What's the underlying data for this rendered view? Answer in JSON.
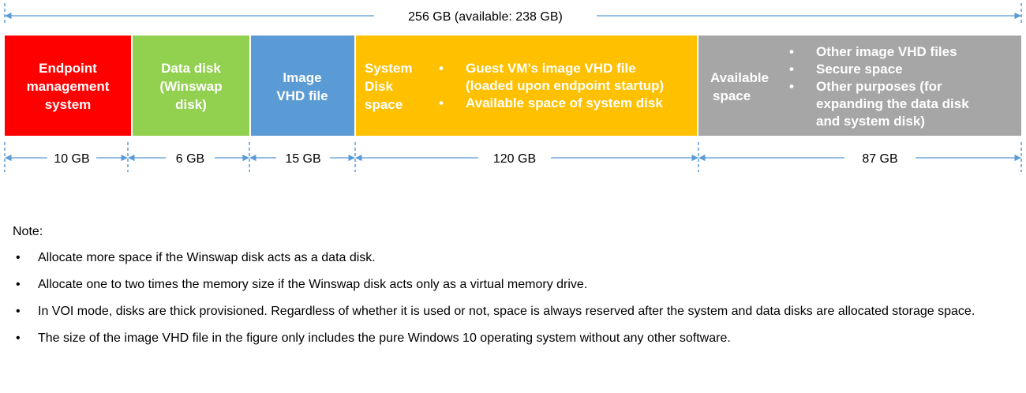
{
  "total": {
    "label": "256 GB (available: 238 GB)"
  },
  "colors": {
    "arrow": "#5b9bd5",
    "endpoint": "#ff0000",
    "data_disk": "#92d050",
    "image": "#5b9bd5",
    "system": "#ffc000",
    "available": "#a6a6a6"
  },
  "segments": [
    {
      "lines": [
        "Endpoint",
        "management",
        "system"
      ],
      "size": "10 GB",
      "color": "#ff0000"
    },
    {
      "lines": [
        "Data disk",
        "(Winswap",
        "disk)"
      ],
      "size": "6 GB",
      "color": "#92d050"
    },
    {
      "lines": [
        "Image",
        "VHD file"
      ],
      "size": "15 GB",
      "color": "#5b9bd5"
    },
    {
      "lines": [
        "System",
        "Disk",
        "space"
      ],
      "bullets": [
        "Guest VM's image VHD file (loaded upon endpoint startup)",
        "Available space of system disk"
      ],
      "bullet_lines": [
        [
          "Guest VM’s image VHD file",
          "(loaded upon endpoint startup)"
        ],
        [
          "Available space of system disk"
        ]
      ],
      "size": "120 GB",
      "color": "#ffc000"
    },
    {
      "lines": [
        "Available",
        "space"
      ],
      "bullets": [
        "Other image VHD files",
        "Secure space",
        "Other purposes (for expanding the data disk and system disk)"
      ],
      "bullet_lines": [
        [
          "Other image VHD files"
        ],
        [
          "Secure space"
        ],
        [
          "Other purposes (for",
          "expanding the data disk",
          "and system disk)"
        ]
      ],
      "size": "87 GB",
      "color": "#a6a6a6"
    }
  ],
  "notes": {
    "title": "Note:",
    "items": [
      "Allocate more space if the Winswap disk acts as a data disk.",
      "Allocate one to two times the memory size if the Winswap disk acts only as a virtual memory drive.",
      "In VOI mode, disks are thick provisioned. Regardless of whether it is used or not, space is always reserved after the system and data disks are allocated storage space.",
      "The size of the image VHD file in the figure only includes the pure Windows 10 operating system without any other software."
    ]
  }
}
